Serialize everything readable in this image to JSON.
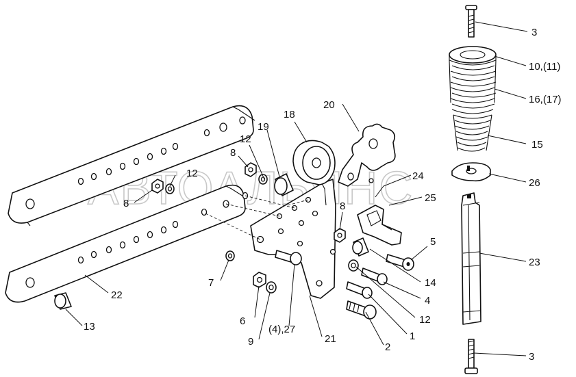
{
  "watermark": "АВТОАЛЬЯНС",
  "colors": {
    "ink": "#111111",
    "paper": "#ffffff",
    "watermark": "#c8c8c8"
  },
  "callouts": [
    {
      "id": "3-top",
      "text": "3"
    },
    {
      "id": "10-11",
      "text": "10,(11)"
    },
    {
      "id": "16-17",
      "text": "16,(17)"
    },
    {
      "id": "15",
      "text": "15"
    },
    {
      "id": "26",
      "text": "26"
    },
    {
      "id": "23",
      "text": "23"
    },
    {
      "id": "3-bottom",
      "text": "3"
    },
    {
      "id": "18",
      "text": "18"
    },
    {
      "id": "19",
      "text": "19"
    },
    {
      "id": "20",
      "text": "20"
    },
    {
      "id": "24",
      "text": "24"
    },
    {
      "id": "25",
      "text": "25"
    },
    {
      "id": "12-top",
      "text": "12"
    },
    {
      "id": "8-top",
      "text": "8"
    },
    {
      "id": "12-left",
      "text": "12"
    },
    {
      "id": "8-left",
      "text": "8"
    },
    {
      "id": "8-mid",
      "text": "8"
    },
    {
      "id": "5",
      "text": "5"
    },
    {
      "id": "14",
      "text": "14"
    },
    {
      "id": "4",
      "text": "4"
    },
    {
      "id": "12-bottom",
      "text": "12"
    },
    {
      "id": "1",
      "text": "1"
    },
    {
      "id": "2",
      "text": "2"
    },
    {
      "id": "21",
      "text": "21"
    },
    {
      "id": "4-27",
      "text": "(4),27"
    },
    {
      "id": "9",
      "text": "9"
    },
    {
      "id": "6",
      "text": "6"
    },
    {
      "id": "7",
      "text": "7"
    },
    {
      "id": "22",
      "text": "22"
    },
    {
      "id": "13",
      "text": "13"
    }
  ]
}
